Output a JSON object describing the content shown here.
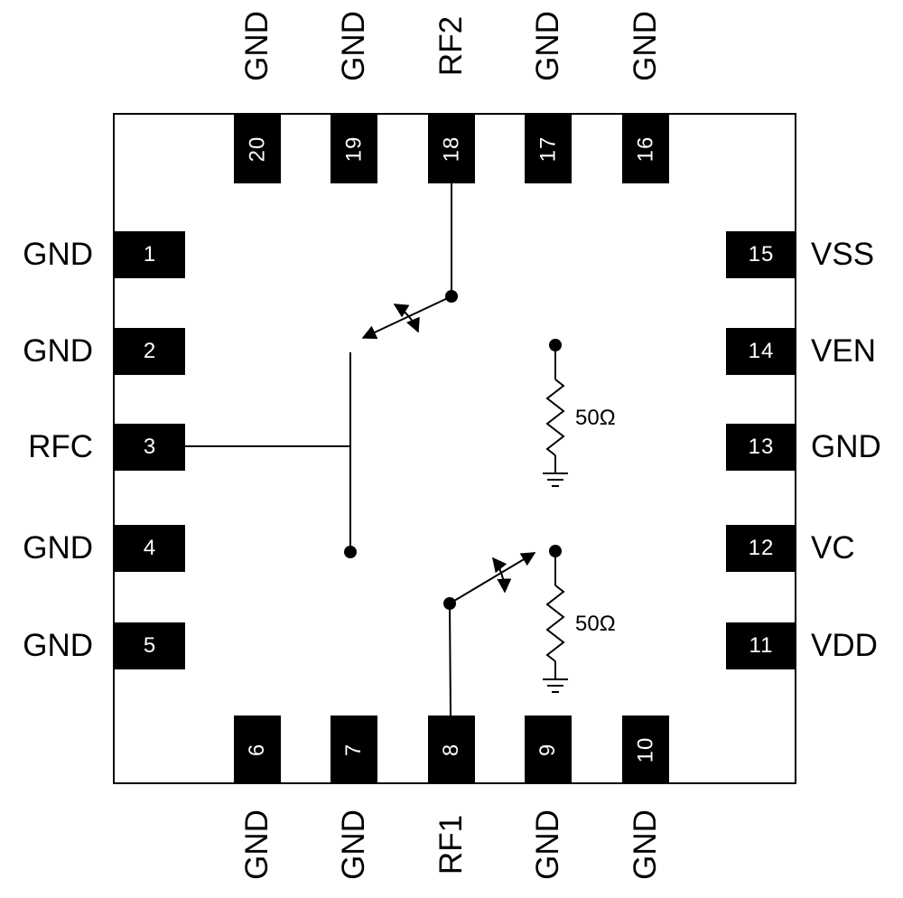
{
  "pins": {
    "top": [
      {
        "num": "20",
        "label": "GND"
      },
      {
        "num": "19",
        "label": "GND"
      },
      {
        "num": "18",
        "label": "RF2"
      },
      {
        "num": "17",
        "label": "GND"
      },
      {
        "num": "16",
        "label": "GND"
      }
    ],
    "bottom": [
      {
        "num": "6",
        "label": "GND"
      },
      {
        "num": "7",
        "label": "GND"
      },
      {
        "num": "8",
        "label": "RF1"
      },
      {
        "num": "9",
        "label": "GND"
      },
      {
        "num": "10",
        "label": "GND"
      }
    ],
    "left": [
      {
        "num": "1",
        "label": "GND"
      },
      {
        "num": "2",
        "label": "GND"
      },
      {
        "num": "3",
        "label": "RFC"
      },
      {
        "num": "4",
        "label": "GND"
      },
      {
        "num": "5",
        "label": "GND"
      }
    ],
    "right": [
      {
        "num": "15",
        "label": "VSS"
      },
      {
        "num": "14",
        "label": "VEN"
      },
      {
        "num": "13",
        "label": "GND"
      },
      {
        "num": "12",
        "label": "VC"
      },
      {
        "num": "11",
        "label": "VDD"
      }
    ]
  },
  "circuit": {
    "terminations": [
      {
        "label": "50Ω"
      },
      {
        "label": "50Ω"
      }
    ]
  },
  "colors": {
    "pin_fill": "#000000",
    "pin_text": "#ffffff",
    "line": "#000000",
    "background": "#ffffff"
  }
}
